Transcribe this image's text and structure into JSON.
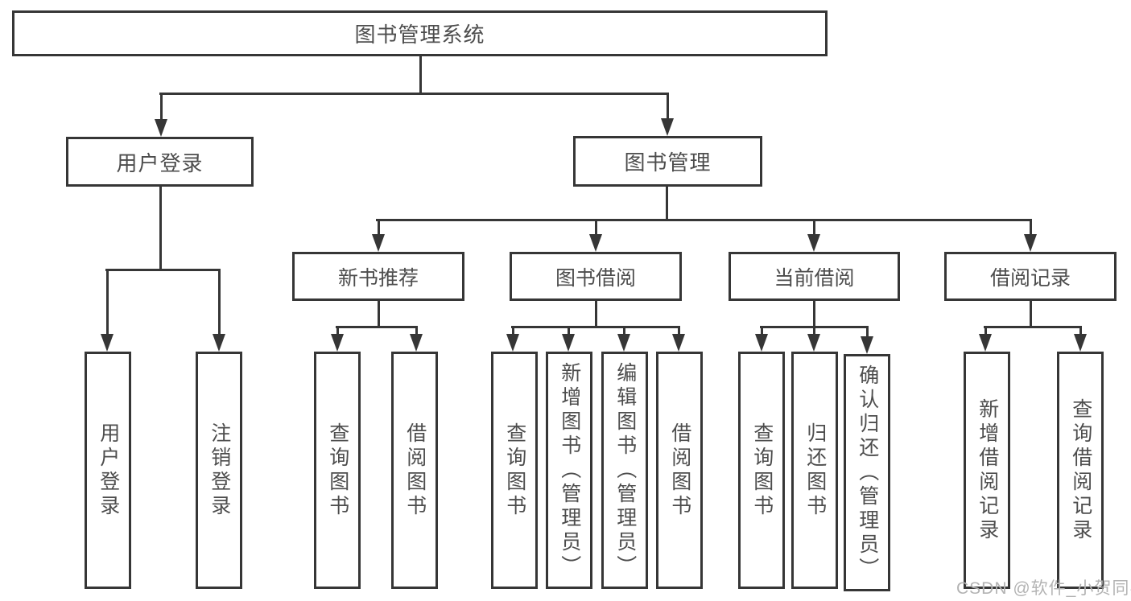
{
  "colors": {
    "line": "#363636",
    "text": "#4d4d4d",
    "watermark": "#b3b3b3",
    "background": "#ffffff"
  },
  "diagram": {
    "root": {
      "label": "图书管理系统"
    },
    "level2": [
      {
        "label": "用户登录"
      },
      {
        "label": "图书管理"
      }
    ],
    "level3": [
      {
        "label": "新书推荐"
      },
      {
        "label": "图书借阅"
      },
      {
        "label": "当前借阅"
      },
      {
        "label": "借阅记录"
      }
    ],
    "leaves": {
      "user_login": [
        "用户登录",
        "注销登录"
      ],
      "new_book_recommend": [
        "查询图书",
        "借阅图书"
      ],
      "book_borrow": [
        "查询图书",
        "新增图书（管理员）",
        "编辑图书（管理员）",
        "借阅图书"
      ],
      "current_borrow": [
        "查询图书",
        "归还图书",
        "确认归还（管理员）"
      ],
      "borrow_records": [
        "新增借阅记录",
        "查询借阅记录"
      ]
    }
  },
  "watermark": "CSDN @软件_小贺同学"
}
